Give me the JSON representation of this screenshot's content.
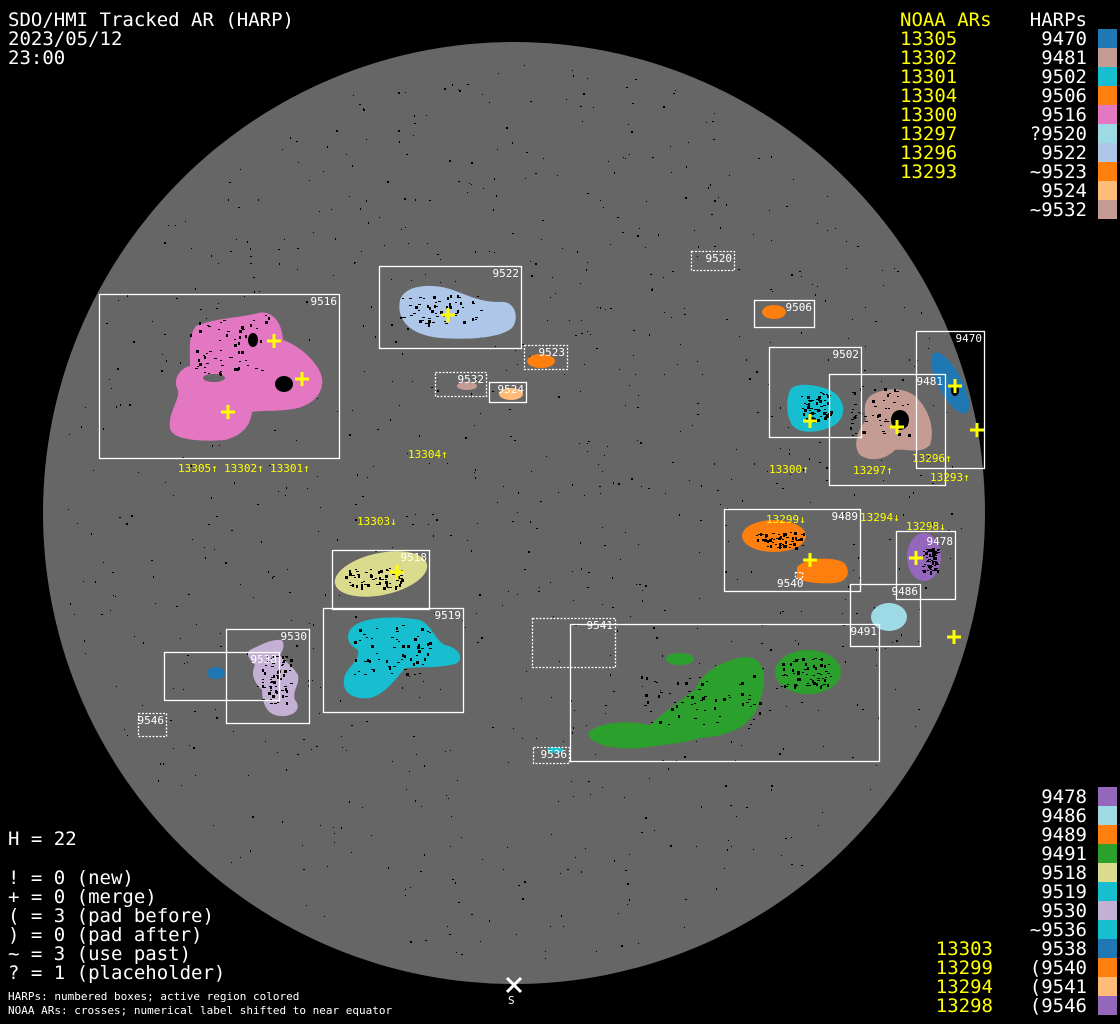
{
  "header": {
    "title": "SDO/HMI Tracked AR (HARP)",
    "date": "2023/05/12",
    "time": "23:00"
  },
  "legend_top": {
    "noaa_heading": "NOAA ARs",
    "harp_heading": "HARPs",
    "noaa": [
      "13305",
      "13302",
      "13301",
      "13304",
      "13300",
      "13297",
      "13296",
      "13293"
    ],
    "harps": [
      {
        "label": "9470",
        "color": "#1f77b4"
      },
      {
        "label": "9481",
        "color": "#c49c94"
      },
      {
        "label": "9502",
        "color": "#17becf"
      },
      {
        "label": "9506",
        "color": "#ff7f0e"
      },
      {
        "label": "9516",
        "color": "#e377c2"
      },
      {
        "label": "?9520",
        "color": "#9edae5"
      },
      {
        "label": "9522",
        "color": "#aec7e8"
      },
      {
        "label": "~9523",
        "color": "#ff7f0e"
      },
      {
        "label": "9524",
        "color": "#ffbb78"
      },
      {
        "label": "~9532",
        "color": "#c49c94"
      }
    ]
  },
  "legend_bottom": {
    "noaa": [
      "13303",
      "13299",
      "13294",
      "13298"
    ],
    "harps": [
      {
        "label": "9478",
        "color": "#9467bd"
      },
      {
        "label": "9486",
        "color": "#9edae5"
      },
      {
        "label": "9489",
        "color": "#ff7f0e"
      },
      {
        "label": "9491",
        "color": "#2ca02c"
      },
      {
        "label": "9518",
        "color": "#dbdb8d"
      },
      {
        "label": "9519",
        "color": "#17becf"
      },
      {
        "label": "9530",
        "color": "#c5b0d5"
      },
      {
        "label": "~9536",
        "color": "#17becf"
      },
      {
        "label": "9538",
        "color": "#1f77b4"
      },
      {
        "label": "(9540",
        "color": "#ff7f0e"
      },
      {
        "label": "(9541",
        "color": "#ffbb78"
      },
      {
        "label": "(9546",
        "color": "#9467bd"
      }
    ]
  },
  "stats": {
    "h": "H = 22",
    "lines": [
      "! = 0 (new)",
      "+ = 0 (merge)",
      "( = 3 (pad before)",
      ") = 0 (pad after)",
      "~ = 3 (use past)",
      "? = 1 (placeholder)"
    ]
  },
  "footnote": [
    "HARPs: numbered boxes; active region colored",
    "NOAA ARs: crosses; numerical label shifted to near equator"
  ],
  "map": {
    "south_label": "S",
    "harp_boxes": [
      "9516",
      "9522",
      "9523",
      "9532",
      "9524",
      "9520",
      "9506",
      "9502",
      "9481",
      "9470",
      "9489",
      "9478",
      "9486",
      "9491",
      "9541",
      "9518",
      "9519",
      "9530",
      "9538",
      "9546",
      "9536",
      "9540"
    ],
    "noaa_labels": [
      "13305↑",
      "13302↑",
      "13301↑",
      "13304↑",
      "13303↓",
      "13300↑",
      "13297↑",
      "13296↑",
      "13293↑",
      "13299↓",
      "13294↓",
      "13298↓"
    ]
  }
}
